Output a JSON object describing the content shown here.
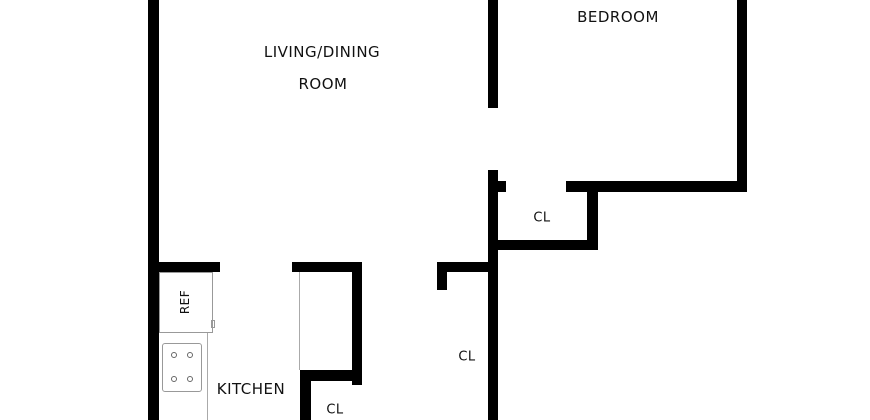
{
  "rooms": {
    "living_line1": "LIVING/DINING",
    "living_line2": "ROOM",
    "bedroom": "BEDROOM",
    "bedroom_closet": "CL",
    "hall_closet": "CL",
    "kitchen": "KITCHEN",
    "kitchen_closet": "CL",
    "refrigerator": "REF"
  },
  "colors": {
    "wall": "#000000",
    "background": "#ffffff"
  }
}
